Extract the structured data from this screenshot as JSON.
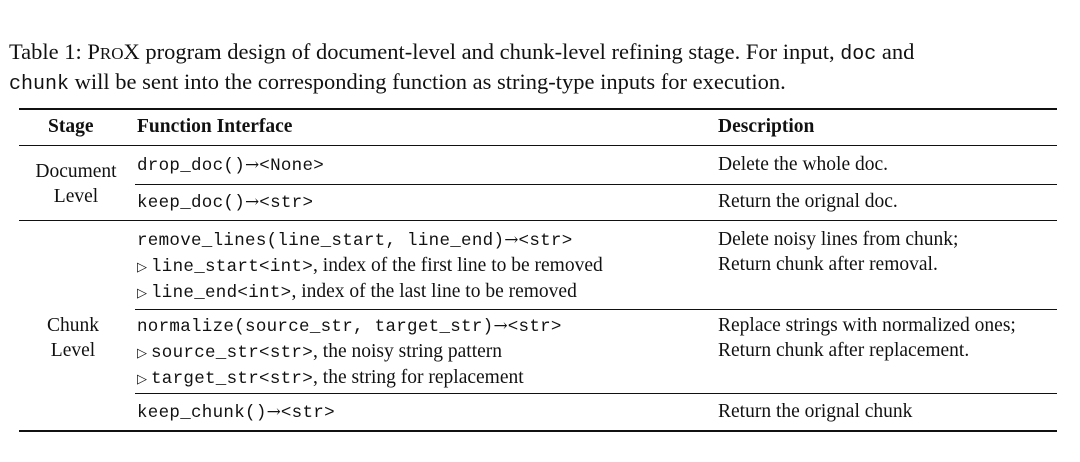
{
  "caption": {
    "label": "Table 1:",
    "prox_first": "P",
    "prox_small": "RO",
    "prox_last": "X",
    "text1": " program design of document-level and chunk-level refining stage. For input, ",
    "code_doc": "doc",
    "text2": " and",
    "code_chunk": "chunk",
    "text3": " will be sent into the corresponding function as string-type inputs for execution."
  },
  "table": {
    "headers": [
      "Stage",
      "Function Interface",
      "Description"
    ],
    "document_level": {
      "stage_line1": "Document",
      "stage_line2": "Level",
      "rows": [
        {
          "func": "drop_doc()",
          "arrow": "→",
          "ret": "<None>",
          "desc": "Delete the whole doc."
        },
        {
          "func": "keep_doc()",
          "arrow": "→",
          "ret": "<str>",
          "desc": "Return the orignal doc."
        }
      ]
    },
    "chunk_level": {
      "stage_line1": "Chunk",
      "stage_line2": "Level",
      "rows": [
        {
          "func": "remove_lines(line_start, line_end)",
          "arrow": "→",
          "ret": "<str>",
          "params": [
            {
              "name": "line_start<int>",
              "text": ", index of the first line to be removed"
            },
            {
              "name": "line_end<int>",
              "text": ", index of the last line to be removed"
            }
          ],
          "desc1": "Delete noisy lines from chunk;",
          "desc2": "Return chunk after removal."
        },
        {
          "func": "normalize(source_str, target_str)",
          "arrow": "→",
          "ret": "<str>",
          "params": [
            {
              "name": "source_str<str>",
              "text": ", the noisy string pattern"
            },
            {
              "name": "target_str<str>",
              "text": ", the string for replacement"
            }
          ],
          "desc1": "Replace strings with normalized ones;",
          "desc2": "Return chunk after replacement."
        },
        {
          "func": "keep_chunk()",
          "arrow": "→",
          "ret": "<str>",
          "desc": "Return the orignal chunk"
        }
      ]
    }
  }
}
